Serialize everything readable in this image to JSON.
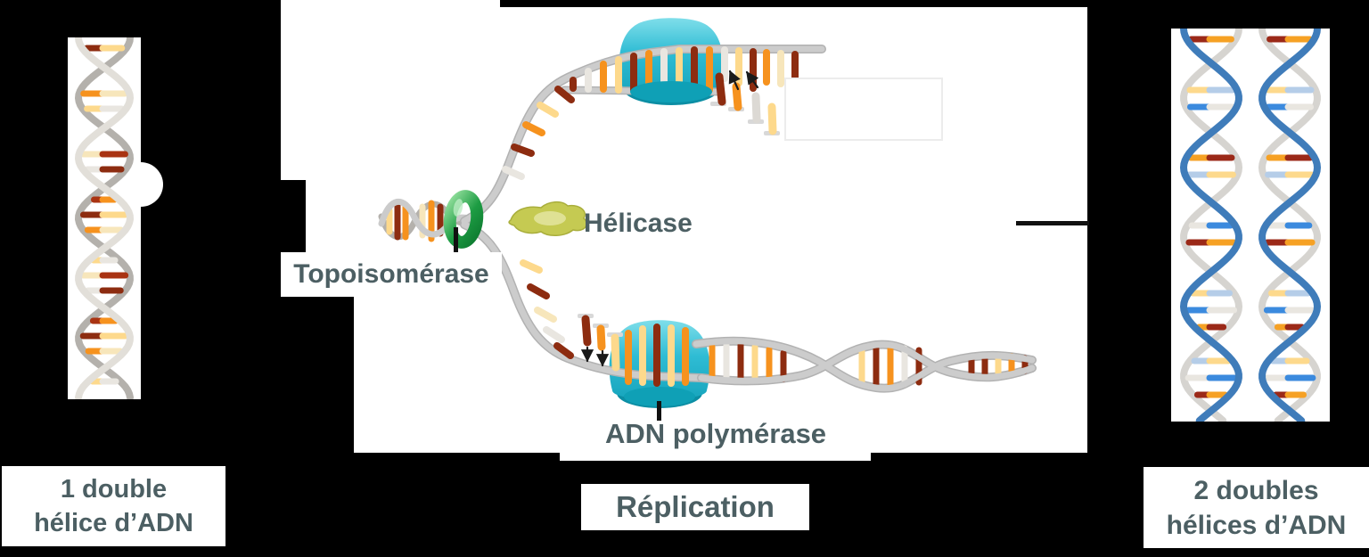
{
  "labels": {
    "topoisomerase": "Topoisomérase",
    "helicase": "Hélicase",
    "dna_polymerase": "ADN polymérase",
    "replication": "Réplication"
  },
  "captions": {
    "left": {
      "line1": "1 double",
      "line2": "hélice d’ADN"
    },
    "right": {
      "line1": "2 doubles",
      "line2": "hélices d’ADN"
    }
  },
  "colors": {
    "background": "#000000",
    "panel": "#ffffff",
    "label_text": "#4c5f63",
    "strand_grey": "#cbcbcb",
    "rung_dark_red": "#8d2c10",
    "rung_orange": "#f6921e",
    "rung_pale_yellow": "#fdd98c",
    "rung_cream": "#f7e6bb",
    "rung_white": "#e9e6e0",
    "topoisomerase_green": "#1d9c43",
    "helicase_olive": "#c5ca52",
    "polymerase_cyan": "#2fbcd4",
    "helix_blue": "#3f7cba",
    "helix_blue_light": "#b5cde8",
    "pointer_black": "#111111"
  }
}
